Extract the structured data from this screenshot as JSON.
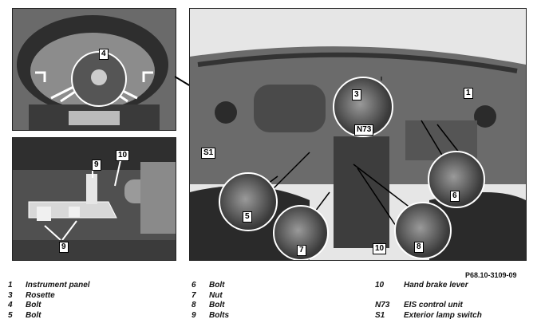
{
  "figure_ref": "P68.10-3109-09",
  "callouts": {
    "top_left": [
      "4"
    ],
    "bottom_left": [
      "9",
      "10",
      "9"
    ],
    "main": [
      "1",
      "3",
      "N73",
      "S1",
      "5",
      "6",
      "7",
      "8",
      "10"
    ]
  },
  "legend": {
    "col1": [
      {
        "num": "1",
        "label": "Instrument panel"
      },
      {
        "num": "3",
        "label": "Rosette"
      },
      {
        "num": "4",
        "label": "Bolt"
      },
      {
        "num": "5",
        "label": "Bolt"
      }
    ],
    "col2": [
      {
        "num": "6",
        "label": "Bolt"
      },
      {
        "num": "7",
        "label": "Nut"
      },
      {
        "num": "8",
        "label": "Bolt"
      },
      {
        "num": "9",
        "label": "Bolts"
      }
    ],
    "col3": [
      {
        "num": "10",
        "label": "Hand brake lever"
      },
      {
        "num": "",
        "label": ""
      },
      {
        "num": "N73",
        "label": "EIS control unit"
      },
      {
        "num": "S1",
        "label": "Exterior lamp switch"
      }
    ]
  }
}
